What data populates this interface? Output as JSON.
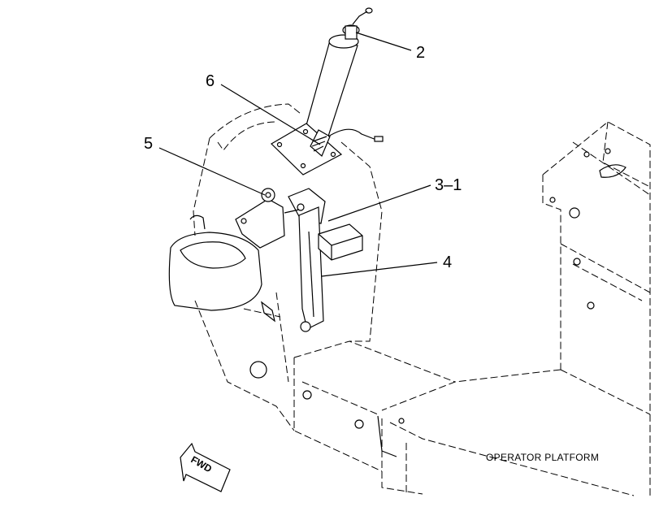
{
  "callouts": {
    "c2": "2",
    "c6": "6",
    "c5": "5",
    "c3_1": "3–1",
    "c4": "4"
  },
  "labels": {
    "operator_platform": "OPERATOR PLATFORM",
    "fwd": "FWD"
  }
}
